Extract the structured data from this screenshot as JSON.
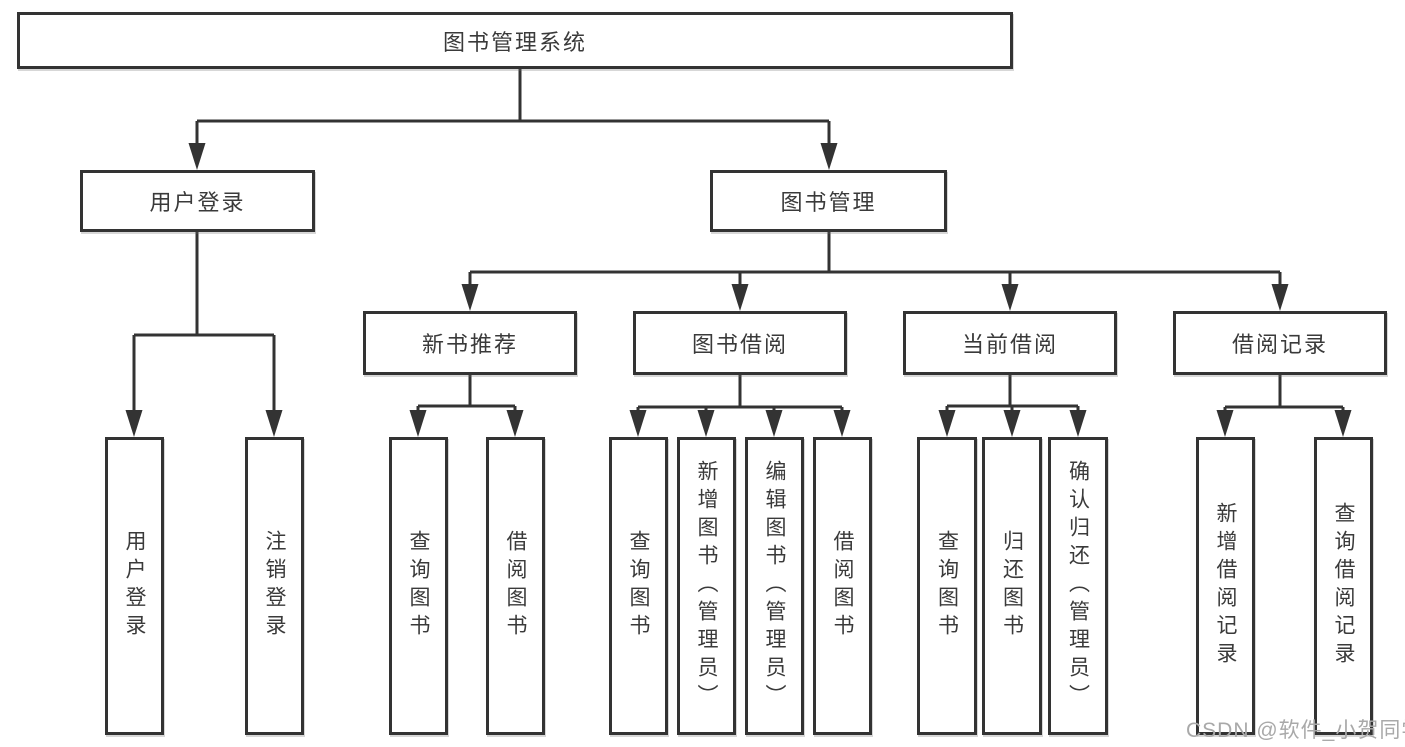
{
  "root": {
    "label": "图书管理系统"
  },
  "level1": {
    "user_login": "用户登录",
    "book_mgmt": "图书管理"
  },
  "level2": {
    "new_book": "新书推荐",
    "book_borrow": "图书借阅",
    "current_borrow": "当前借阅",
    "borrow_record": "借阅记录"
  },
  "leaves": {
    "user_login": [
      "用户登录",
      "注销登录"
    ],
    "new_book": [
      "查询图书",
      "借阅图书"
    ],
    "book_borrow": [
      "查询图书",
      "新增图书（管理员）",
      "编辑图书（管理员）",
      "借阅图书"
    ],
    "current_borrow": [
      "查询图书",
      "归还图书",
      "确认归还（管理员）"
    ],
    "borrow_record": [
      "新增借阅记录",
      "查询借阅记录"
    ]
  },
  "watermark": "CSDN @软件_小贺同学",
  "colors": {
    "line": "#333333",
    "text": "#3a3a3a",
    "box_fill": "#ffffff",
    "watermark": "#a9a9a9",
    "background": "#ffffff"
  }
}
